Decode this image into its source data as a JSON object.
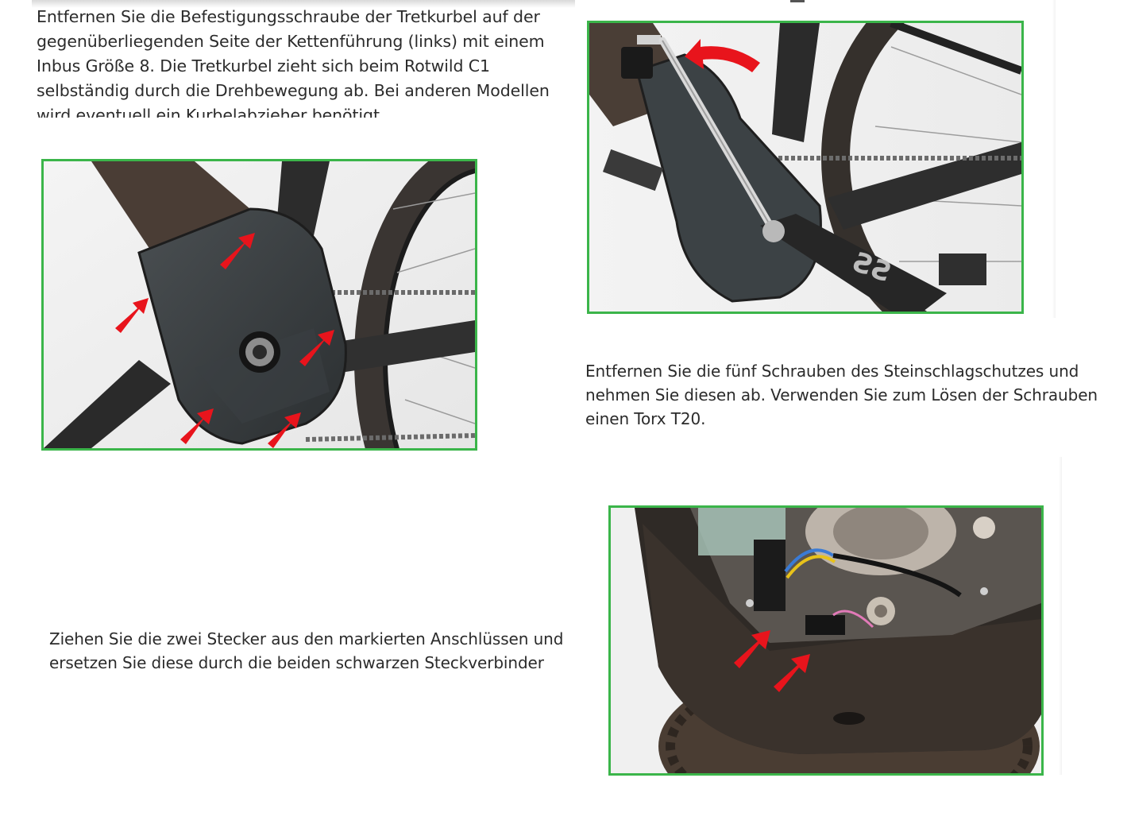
{
  "step_crank": {
    "lines": [
      "Entfernen Sie die Befestigungsschraube der Tretkurbel auf der",
      "gegenüberliegenden Seite der Kettenführung (links) mit einem",
      "Inbus Größe 8. Die Tretkurbel zieht sich beim Rotwild C1",
      "selbständig durch die Drehbewegung ab. Bei anderen Modellen",
      "wird eventuell ein Kurbelabzieher benötigt"
    ]
  },
  "step_guard": {
    "lines": [
      "Entfernen Sie die fünf Schrauben des Steinschlagschutzes und",
      "nehmen Sie diesen ab. Verwenden Sie zum Lösen der Schrauben",
      "einen Torx T20."
    ]
  },
  "step_plugs": {
    "lines": [
      "Ziehen Sie die zwei Stecker aus den markierten Anschlüssen und",
      "ersetzen Sie diese durch die beiden schwarzen Steckverbinder"
    ]
  },
  "colors": {
    "frame_border": "#3bb54a",
    "arrow": "#e8141c",
    "text": "#2b2b2b"
  }
}
